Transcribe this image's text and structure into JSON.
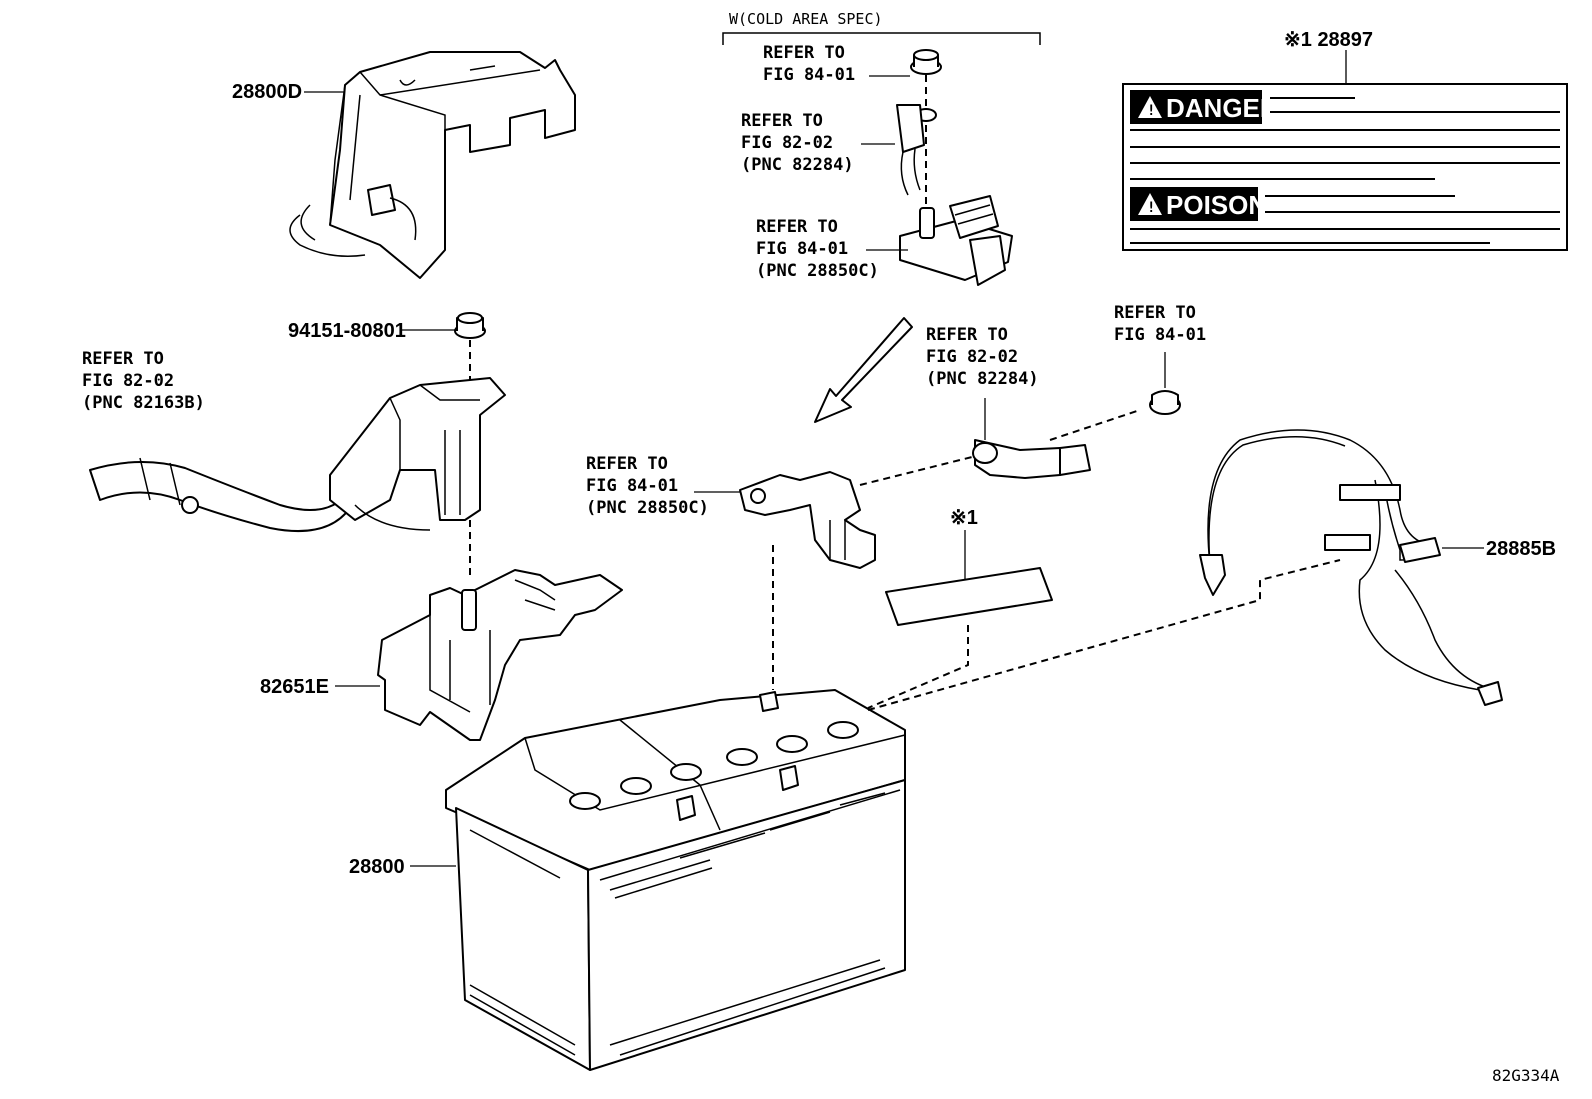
{
  "callouts": {
    "cold_area_spec": "W(COLD AREA SPEC)",
    "refer_top_nut": [
      "REFER TO",
      "FIG 84-01"
    ],
    "refer_top_cable": [
      "REFER TO",
      "FIG 82-02",
      "(PNC 82284)"
    ],
    "refer_top_clamp": [
      "REFER TO",
      "FIG 84-01",
      "(PNC 28850C)"
    ],
    "refer_left_harness": [
      "REFER TO",
      "FIG 82-02",
      "(PNC 82163B)"
    ],
    "refer_mid_cable": [
      "REFER TO",
      "FIG 82-02",
      "(PNC 82284)"
    ],
    "refer_right_nut": [
      "REFER TO",
      "FIG 84-01"
    ],
    "refer_mid_clamp": [
      "REFER TO",
      "FIG 84-01",
      "(PNC 28850C)"
    ]
  },
  "parts": {
    "cover": "28800D",
    "bolt": "94151-80801",
    "terminal_block": "82651E",
    "battery": "28800",
    "label_ref": "※1",
    "label_part": "※1 28897",
    "vent_hose": "28885B"
  },
  "warning_label": {
    "danger": "DANGER",
    "poison": "POISON"
  },
  "diagram_code": "82G334A"
}
